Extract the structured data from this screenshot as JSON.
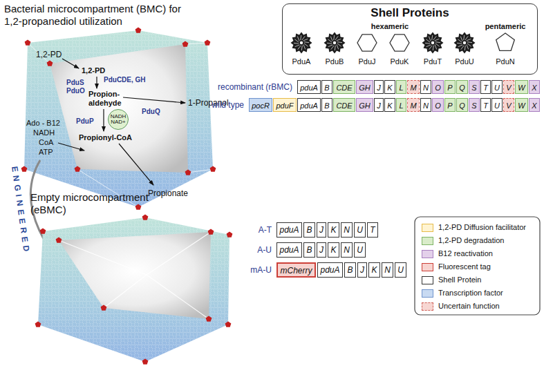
{
  "diagram": {
    "nodes": [
      {
        "text": [
          "Shell Proteins",
          "hexameric",
          "pentameric"
        ]
      },
      {
        "text": [
          "PduA"
        ],
        "in": 0
      },
      {
        "text": [
          "PduB"
        ],
        "in": 0
      },
      {
        "text": [
          "PduJ"
        ],
        "in": 0
      },
      {
        "text": [
          "PduK"
        ],
        "in": 0
      },
      {
        "text": [
          "PduT"
        ],
        "in": 0
      },
      {
        "text": [
          "PduU"
        ],
        "in": 0
      },
      {
        "text": [
          "PduN"
        ],
        "in": 0
      },
      {
        "text": [
          "pduA"
        ]
      },
      {
        "text": [
          "B"
        ]
      },
      {
        "text": [
          "CDE"
        ]
      },
      {
        "text": [
          "GH"
        ]
      },
      {
        "text": [
          "J"
        ]
      },
      {
        "text": [
          "K"
        ]
      },
      {
        "text": [
          "L"
        ]
      },
      {
        "text": [
          "M"
        ]
      },
      {
        "text": [
          "N"
        ]
      },
      {
        "text": [
          "O"
        ]
      },
      {
        "text": [
          "P"
        ]
      },
      {
        "text": [
          "Q"
        ]
      },
      {
        "text": [
          "S"
        ]
      },
      {
        "text": [
          "T"
        ]
      },
      {
        "text": [
          "U"
        ]
      },
      {
        "text": [
          "V"
        ]
      },
      {
        "text": [
          "W"
        ]
      },
      {
        "text": [
          "X"
        ]
      },
      {
        "text": [
          "pocR"
        ]
      },
      {
        "text": [
          "pduF"
        ]
      },
      {
        "text": [
          "pduA"
        ]
      },
      {
        "text": [
          "B"
        ]
      },
      {
        "text": [
          "CDE"
        ]
      },
      {
        "text": [
          "GH"
        ]
      },
      {
        "text": [
          "J"
        ]
      },
      {
        "text": [
          "K"
        ]
      },
      {
        "text": [
          "L"
        ]
      },
      {
        "text": [
          "M"
        ]
      },
      {
        "text": [
          "N"
        ]
      },
      {
        "text": [
          "O"
        ]
      },
      {
        "text": [
          "P"
        ]
      },
      {
        "text": [
          "Q"
        ]
      },
      {
        "text": [
          "S"
        ]
      },
      {
        "text": [
          "T"
        ]
      },
      {
        "text": [
          "U"
        ]
      },
      {
        "text": [
          "V"
        ]
      },
      {
        "text": [
          "W"
        ]
      },
      {
        "text": [
          "X"
        ]
      },
      {
        "text": [
          "pduA"
        ]
      },
      {
        "text": [
          "B"
        ]
      },
      {
        "text": [
          "J"
        ]
      },
      {
        "text": [
          "K"
        ]
      },
      {
        "text": [
          "N"
        ]
      },
      {
        "text": [
          "U"
        ]
      },
      {
        "text": [
          "T"
        ]
      },
      {
        "text": [
          "pduA"
        ]
      },
      {
        "text": [
          "B"
        ]
      },
      {
        "text": [
          "J"
        ]
      },
      {
        "text": [
          "K"
        ]
      },
      {
        "text": [
          "N"
        ]
      },
      {
        "text": [
          "U"
        ]
      },
      {
        "text": [
          "mCherry"
        ]
      },
      {
        "text": [
          "pduA"
        ]
      },
      {
        "text": [
          "B"
        ]
      },
      {
        "text": [
          "J"
        ]
      },
      {
        "text": [
          "K"
        ]
      },
      {
        "text": [
          "N"
        ]
      },
      {
        "text": [
          "U"
        ]
      },
      {
        "text": [
          "NADH NAD+"
        ]
      }
    ],
    "labels": [
      "Bacterial microcompartment (BMC) for 1,2-propanediol utilization",
      "1,2-PD",
      "1,2-PD",
      "PduCDE, GH",
      "PduS PduO",
      "Propion- aldehyde",
      "PduQ",
      "1-Propanol",
      "PduP",
      "Propionyl-CoA",
      "Propionate",
      "Ado - B12",
      "NADH",
      "CoA",
      "ATP",
      "ENGINEERED",
      "Empty microcompartment (eBMC)",
      "recombinant (rBMC)",
      "wild type",
      "A-T",
      "A-U",
      "mA-U"
    ],
    "legend": [
      {
        "text": "1,2-PD Diffusion facilitator",
        "color": "#fff4d2"
      },
      {
        "text": "1,2-PD degradation",
        "color": "#d9ecc9"
      },
      {
        "text": "B12 reactivation",
        "color": "#e3d0ea"
      },
      {
        "text": "Fluorescent tag",
        "color": "#f7d3cf"
      },
      {
        "text": "Shell Protein",
        "color": "#ffffff"
      },
      {
        "text": "Transcription factor",
        "color": "#c8daf2"
      },
      {
        "text": "Uncertain function",
        "color": "#f7d6d2"
      }
    ]
  }
}
